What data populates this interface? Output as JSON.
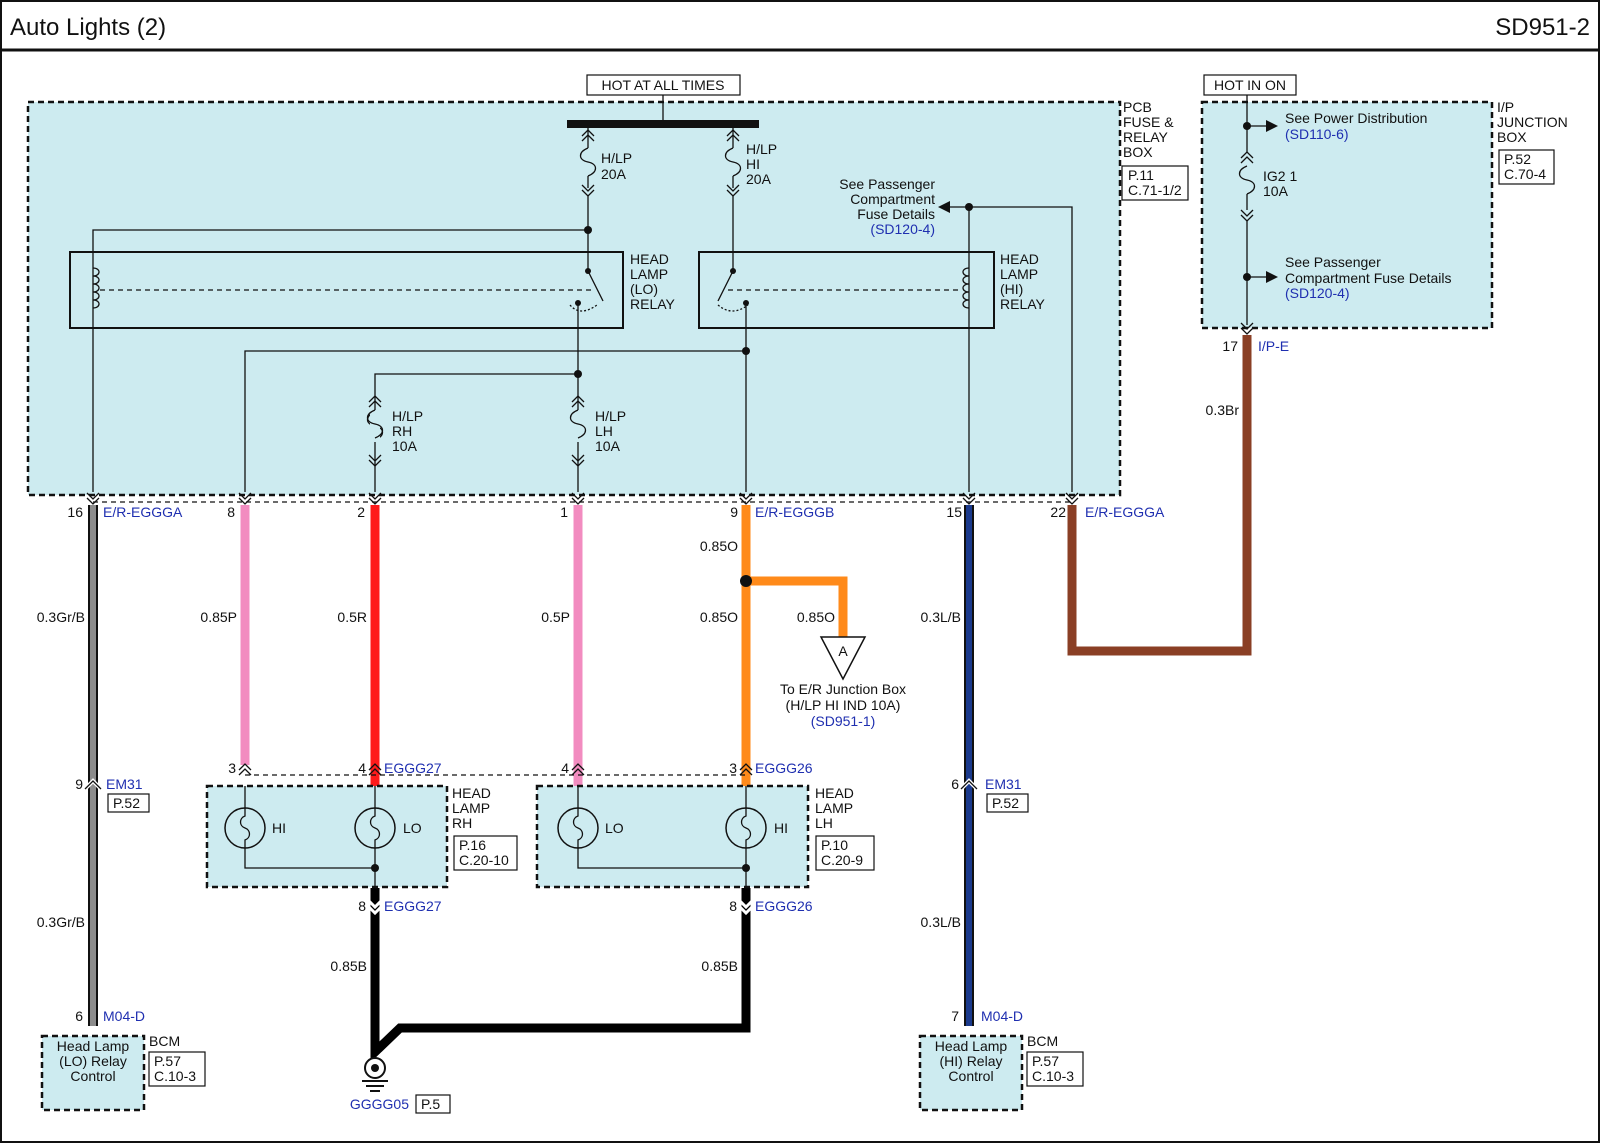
{
  "header": {
    "title": "Auto Lights (2)",
    "code": "SD951-2"
  },
  "power": {
    "hot_all_times": "HOT AT ALL TIMES",
    "hot_in_on": "HOT IN ON"
  },
  "pcb_box": {
    "name_lines": [
      "PCB",
      "FUSE &",
      "RELAY",
      "BOX"
    ],
    "ref_lines": [
      "P.11",
      "C.71-1/2"
    ]
  },
  "ip_box": {
    "name_lines": [
      "I/P",
      "JUNCTION",
      "BOX"
    ],
    "ref_lines": [
      "P.52",
      "C.70-4"
    ]
  },
  "fuses": {
    "hlp_lo": [
      "H/LP",
      "20A"
    ],
    "hlp_hi": [
      "H/LP",
      "HI",
      "20A"
    ],
    "hlp_rh": [
      "H/LP",
      "RH",
      "10A"
    ],
    "hlp_lh": [
      "H/LP",
      "LH",
      "10A"
    ],
    "ig2": [
      "IG2 1",
      "10A"
    ]
  },
  "relays": {
    "lo": [
      "HEAD",
      "LAMP",
      "(LO)",
      "RELAY"
    ],
    "hi": [
      "HEAD",
      "LAMP",
      "(HI)",
      "RELAY"
    ]
  },
  "notes": {
    "passenger_fuse": [
      "See Passenger",
      "Compartment",
      "Fuse Details"
    ],
    "passenger_ref": "(SD120-4)",
    "power_dist": "See Power Distribution",
    "power_dist_ref": "(SD110-6)",
    "passenger_fuse2": [
      "See Passenger",
      "Compartment Fuse Details"
    ],
    "passenger_ref2": "(SD120-4)",
    "junction_to": [
      "To E/R Junction Box",
      "(H/LP HI IND 10A)"
    ],
    "junction_ref": "(SD951-1)",
    "junction_symbol": "A"
  },
  "connectors": {
    "er_egggA": "E/R-EGGGA",
    "er_egggB": "E/R-EGGGB",
    "er_egggA2": "E/R-EGGGA",
    "ip_e": "I/P-E",
    "em31_left": "EM31",
    "em31_right": "EM31",
    "em31_ref_left": "P.52",
    "em31_ref_right": "P.52",
    "eggg27_top": "EGGG27",
    "eggg26_top": "EGGG26",
    "eggg27_bot": "EGGG27",
    "eggg26_bot": "EGGG26",
    "m04d_left": "M04-D",
    "m04d_right": "M04-D",
    "ground": "GGGG05",
    "ground_ref": "P.5"
  },
  "pins": {
    "p16": "16",
    "p8": "8",
    "p2": "2",
    "p1": "1",
    "p9": "9",
    "p15": "15",
    "p22": "22",
    "p17": "17",
    "em_left": "9",
    "em_right": "6",
    "rh_a": "3",
    "rh_b": "4",
    "lh_a": "4",
    "lh_b": "3",
    "rh_g": "8",
    "lh_g": "8",
    "bcm_left": "6",
    "bcm_right": "7"
  },
  "wires": {
    "w_grb_1": "0.3Gr/B",
    "w_grb_2": "0.3Gr/B",
    "w_085p": "0.85P",
    "w_05r": "0.5R",
    "w_05p": "0.5P",
    "w_085o_1": "0.85O",
    "w_085o_2": "0.85O",
    "w_085o_3": "0.85O",
    "w_lb_1": "0.3L/B",
    "w_lb_2": "0.3L/B",
    "w_br": "0.3Br",
    "w_085b_1": "0.85B",
    "w_085b_2": "0.85B"
  },
  "lamps": {
    "rh": {
      "name": [
        "HEAD",
        "LAMP",
        "RH"
      ],
      "ref": [
        "P.16",
        "C.20-10"
      ],
      "bulb1": "HI",
      "bulb2": "LO"
    },
    "lh": {
      "name": [
        "HEAD",
        "LAMP",
        "LH"
      ],
      "ref": [
        "P.10",
        "C.20-9"
      ],
      "bulb1": "LO",
      "bulb2": "HI"
    }
  },
  "bcm_left": {
    "text": [
      "Head Lamp",
      "(LO) Relay",
      "Control"
    ],
    "name": "BCM",
    "ref": [
      "P.57",
      "C.10-3"
    ]
  },
  "bcm_right": {
    "text": [
      "Head Lamp",
      "(HI) Relay",
      "Control"
    ],
    "name": "BCM",
    "ref": [
      "P.57",
      "C.10-3"
    ]
  },
  "colors": {
    "box_fill": "#cdebf0",
    "wire_gray": "#8c8c8c",
    "wire_pink": "#f28cc0",
    "wire_red": "#ff1a1a",
    "wire_orange": "#ff8a1a",
    "wire_blue": "#1b3a8c",
    "wire_brown": "#8a3f25",
    "wire_black": "#000000",
    "ref_text": "#1f2fb0"
  }
}
